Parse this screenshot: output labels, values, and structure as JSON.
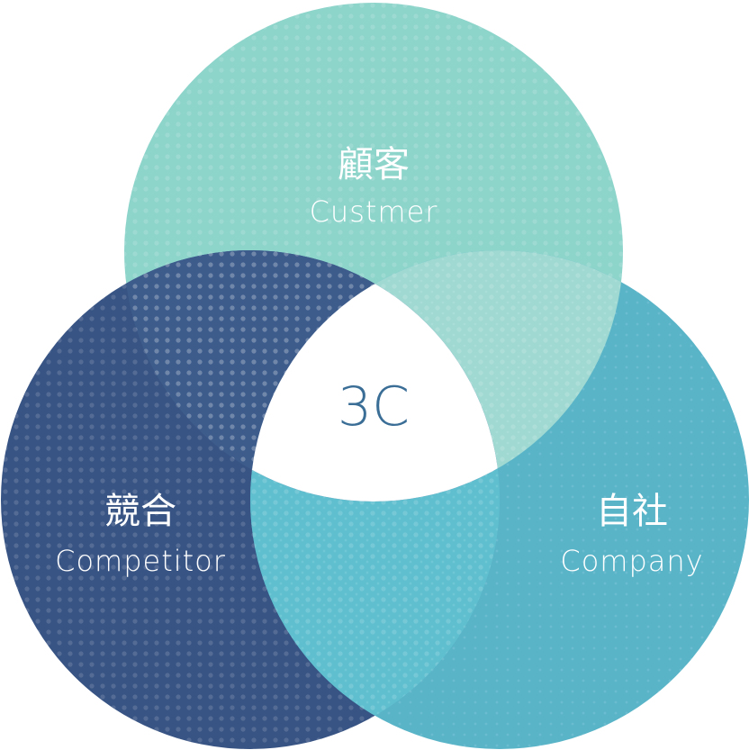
{
  "center": {
    "label": "3C"
  },
  "circles": {
    "customer": {
      "jp": "顧客",
      "en": "Custmer",
      "color": "#8dd4cb"
    },
    "competitor": {
      "jp": "競合",
      "en": "Competitor",
      "color": "#385484"
    },
    "company": {
      "jp": "自社",
      "en": "Company",
      "color": "#5ab4c8"
    }
  },
  "overlap_colors": {
    "customer_company": "#9fd9d2",
    "competitor_company": "#5fbfcf",
    "customer_competitor": "#3d5c8c"
  }
}
